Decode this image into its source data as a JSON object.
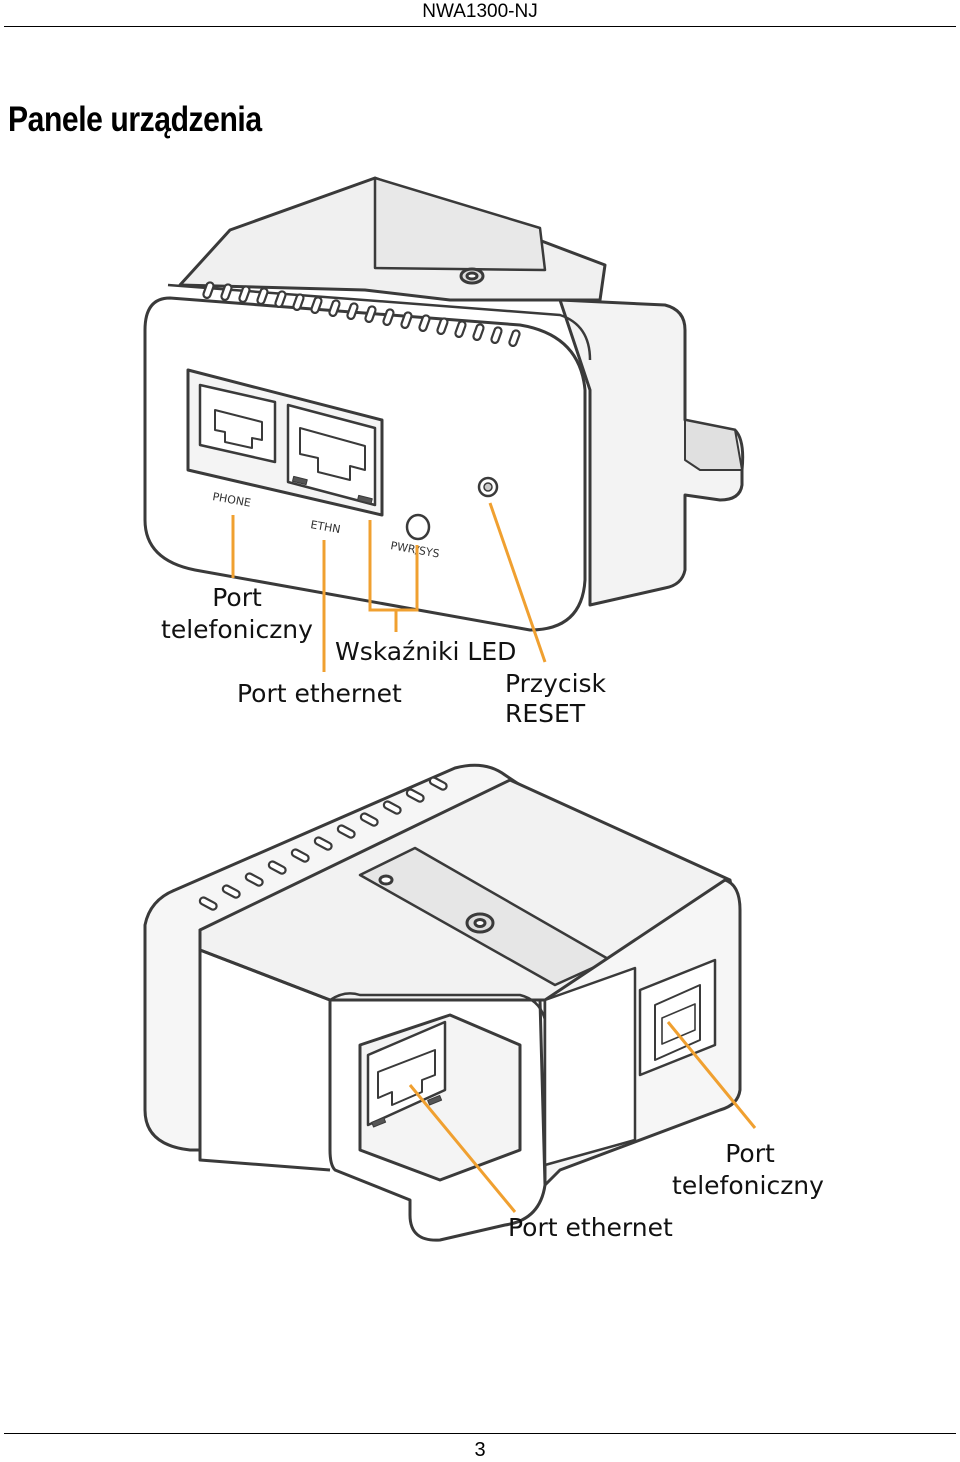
{
  "header": {
    "title": "NWA1300-NJ"
  },
  "page": {
    "title": "Panele urządzenia",
    "number": "3"
  },
  "front_view": {
    "device_labels": {
      "phone": "PHONE",
      "ethn": "ETHN",
      "pwr_sys": "PWR/SYS"
    },
    "callouts": {
      "phone_port_line1": "Port",
      "phone_port_line2": "telefoniczny",
      "led_indicators": "Wskaźniki LED",
      "ethernet_port": "Port ethernet",
      "reset_line1": "Przycisk",
      "reset_line2": "RESET"
    }
  },
  "back_view": {
    "callouts": {
      "phone_port_line1": "Port",
      "phone_port_line2": "telefoniczny",
      "ethernet_port": "Port ethernet"
    }
  },
  "colors": {
    "callout_line": "#f0a030",
    "outline": "#3a3a3a",
    "shade": "#d8d8d8"
  }
}
